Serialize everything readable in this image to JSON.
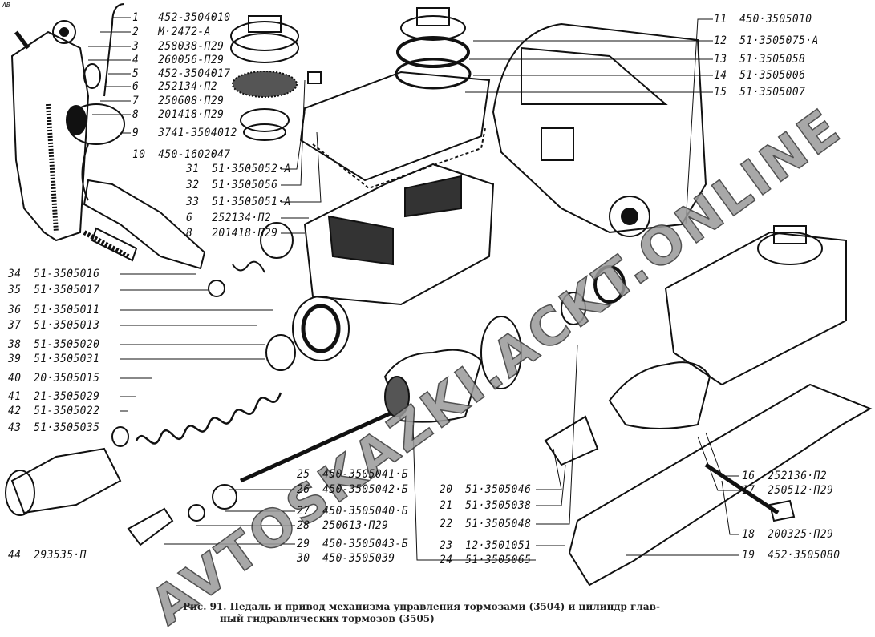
{
  "corner_mark": "AB",
  "watermark": "AVTOSKAZKI.ACKT.ONLINE",
  "labels_top_left": [
    {
      "n": "1",
      "code": "452-3504010"
    },
    {
      "n": "2",
      "code": "M·2472-A"
    },
    {
      "n": "3",
      "code": "258038-П29"
    },
    {
      "n": "4",
      "code": "260056-П29"
    },
    {
      "n": "5",
      "code": "452-3504017"
    },
    {
      "n": "6",
      "code": "252134·П2"
    },
    {
      "n": "7",
      "code": "250608·П29"
    },
    {
      "n": "8",
      "code": "201418·П29"
    },
    {
      "n": "9",
      "code": "3741-3504012"
    },
    {
      "n": "10",
      "code": "450-1602047"
    }
  ],
  "labels_mid": [
    {
      "n": "31",
      "code": "51·3505052·A"
    },
    {
      "n": "32",
      "code": "51·3505056"
    },
    {
      "n": "33",
      "code": "51·3505051·A"
    },
    {
      "n": "6",
      "code": "252134·П2"
    },
    {
      "n": "8",
      "code": "201418·П29"
    }
  ],
  "labels_left": [
    {
      "n": "34",
      "code": "51-3505016"
    },
    {
      "n": "35",
      "code": "51·3505017"
    },
    {
      "n": "36",
      "code": "51·3505011"
    },
    {
      "n": "37",
      "code": "51·3505013"
    },
    {
      "n": "38",
      "code": "51-3505020"
    },
    {
      "n": "39",
      "code": "51·3505031"
    },
    {
      "n": "40",
      "code": "20·3505015"
    },
    {
      "n": "41",
      "code": "21-3505029"
    },
    {
      "n": "42",
      "code": "51-3505022"
    },
    {
      "n": "43",
      "code": "51·3505035"
    },
    {
      "n": "44",
      "code": "293535·П"
    }
  ],
  "labels_top_right": [
    {
      "n": "11",
      "code": "450·3505010"
    },
    {
      "n": "12",
      "code": "51·3505075·A"
    },
    {
      "n": "13",
      "code": "51·3505058"
    },
    {
      "n": "14",
      "code": "51·3505006"
    },
    {
      "n": "15",
      "code": "51·3505007"
    }
  ],
  "labels_bottom_mid": [
    {
      "n": "25",
      "code": "450-3505041·Б"
    },
    {
      "n": "26",
      "code": "450-3505042·Б"
    },
    {
      "n": "27",
      "code": "450-3505040·Б"
    },
    {
      "n": "28",
      "code": "250613·П29"
    },
    {
      "n": "29",
      "code": "450-3505043-Б"
    },
    {
      "n": "30",
      "code": "450-3505039"
    }
  ],
  "labels_bottom_center": [
    {
      "n": "20",
      "code": "51·3505046"
    },
    {
      "n": "21",
      "code": "51·3505038"
    },
    {
      "n": "22",
      "code": "51·3505048"
    },
    {
      "n": "23",
      "code": "12·3501051"
    },
    {
      "n": "24",
      "code": "51·3505065"
    }
  ],
  "labels_bottom_right": [
    {
      "n": "16",
      "code": "252136·П2"
    },
    {
      "n": "17",
      "code": "250512·П29"
    },
    {
      "n": "18",
      "code": "200325·П29"
    },
    {
      "n": "19",
      "code": "452·3505080"
    }
  ],
  "caption": {
    "line1": "Рис. 91. Педаль и привод механизма управления тормозами (3504) и цилиндр глав-",
    "line2": "ный гидравлических тормозов (3505)"
  }
}
